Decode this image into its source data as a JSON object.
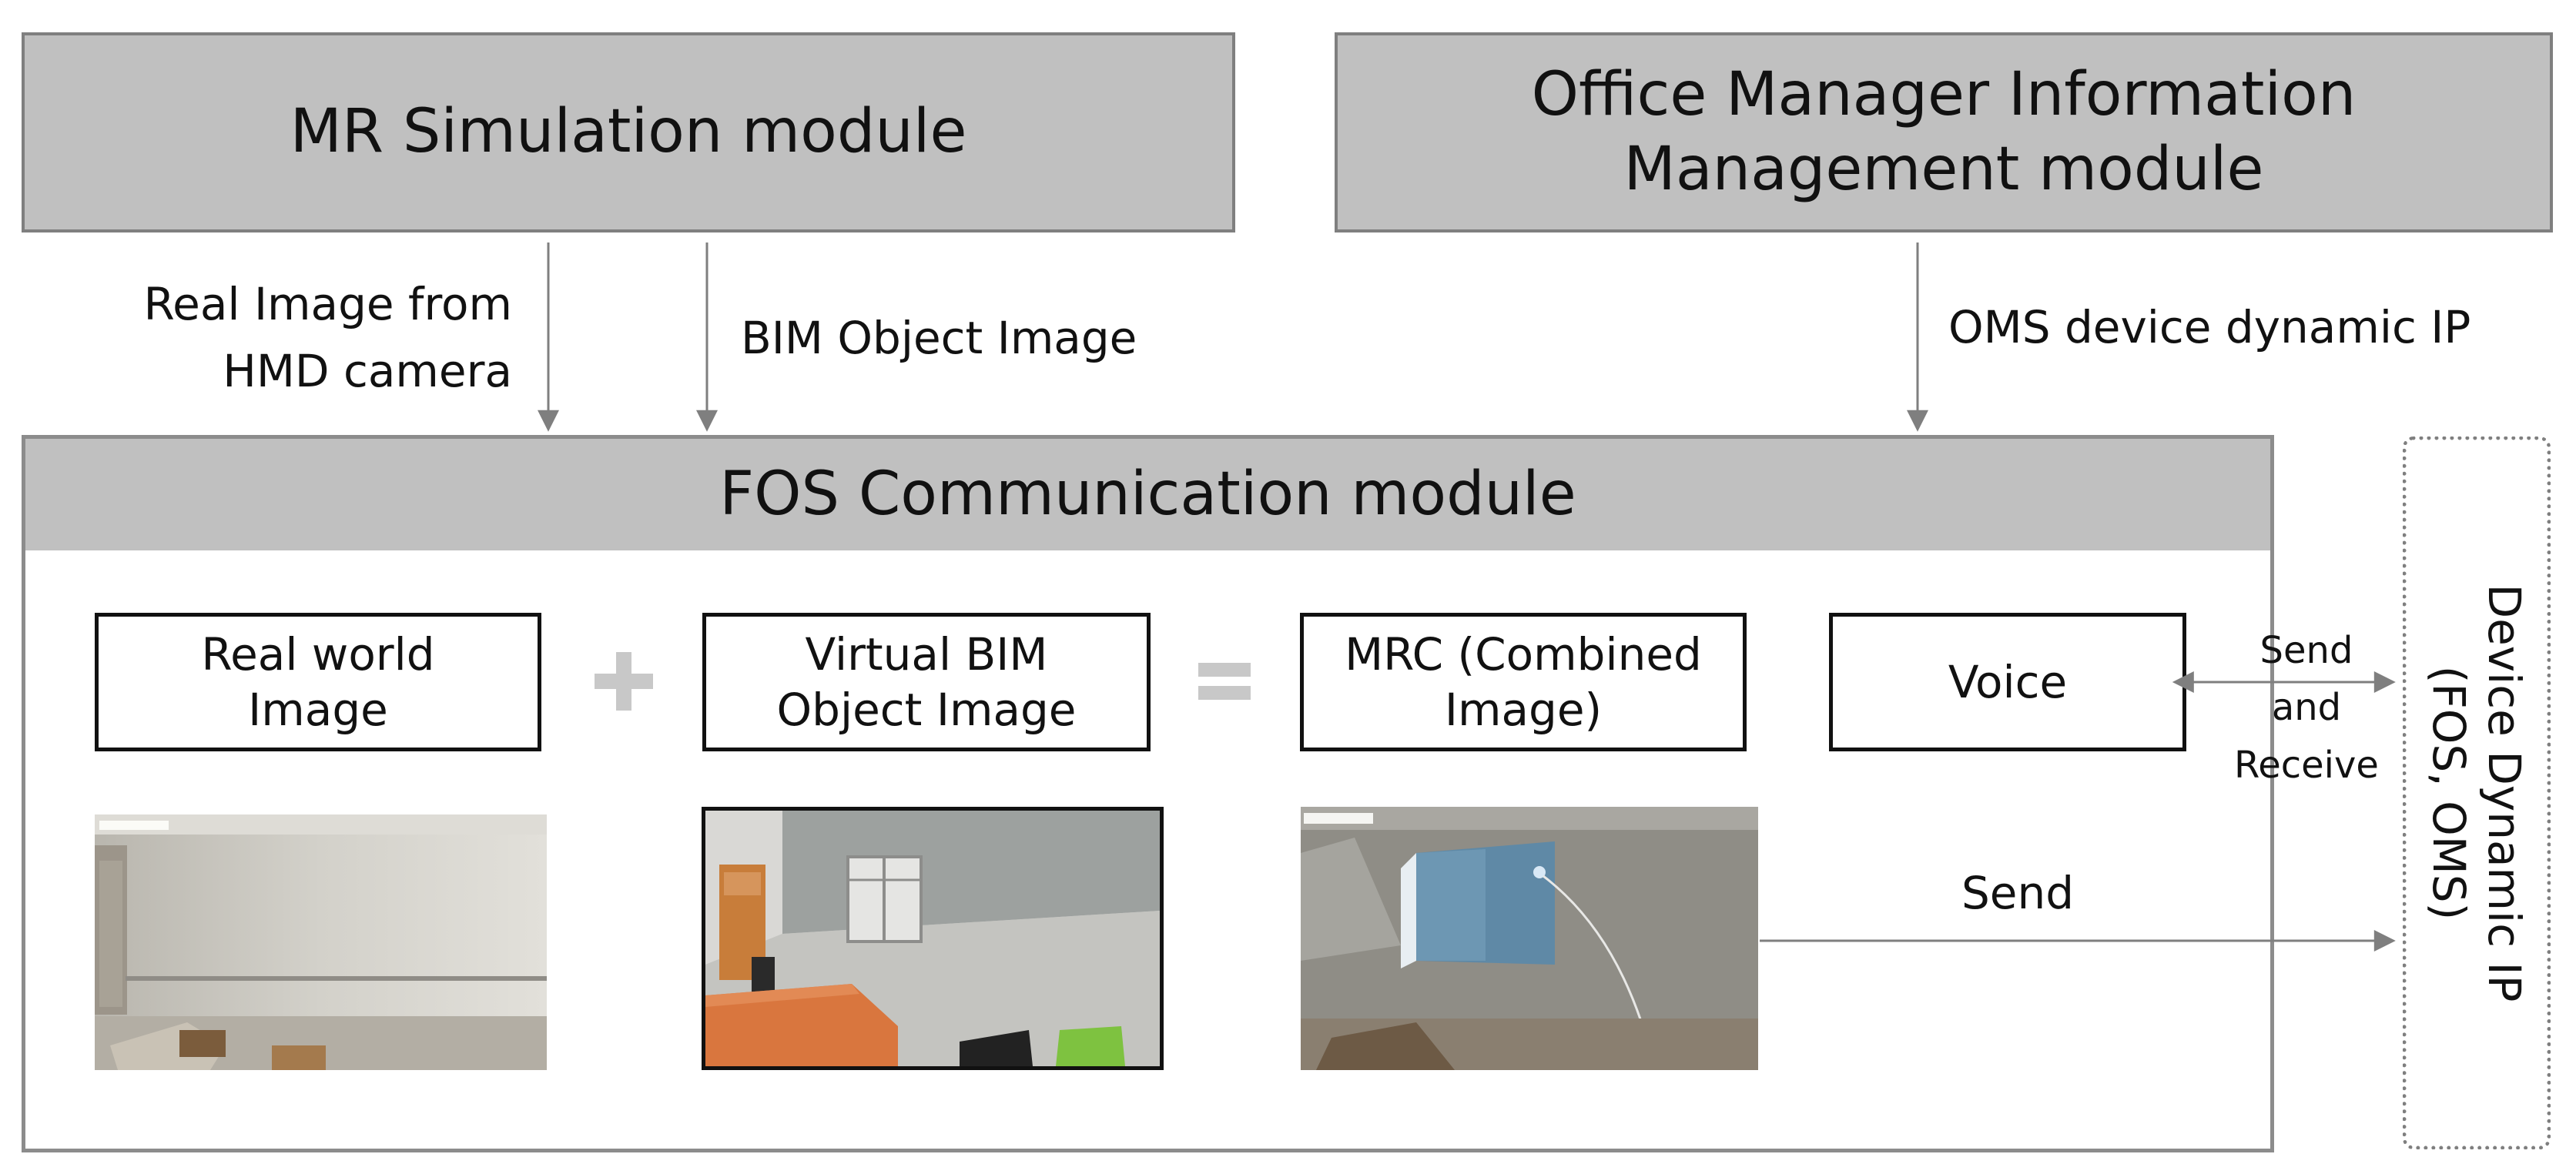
{
  "modules": {
    "mr_simulation": "MR Simulation module",
    "office_manager": [
      "Office Manager Information",
      "Management module"
    ],
    "fos_communication": "FOS Communication module",
    "device_ip": [
      "Device Dynamic IP",
      "(FOS, OMS)"
    ]
  },
  "flows": {
    "real_image": [
      "Real Image from",
      "HMD camera"
    ],
    "bim_image": "BIM Object Image",
    "oms_ip": "OMS device dynamic IP",
    "send_receive": [
      "Send",
      "and",
      "Receive"
    ],
    "send": "Send"
  },
  "components": {
    "real_world": [
      "Real world",
      "Image"
    ],
    "virtual_bim": [
      "Virtual BIM",
      "Object Image"
    ],
    "mrc": [
      "MRC (Combined",
      "Image)"
    ],
    "voice": "Voice"
  },
  "operators": {
    "plus": "+",
    "equals": "="
  },
  "colors": {
    "module_fill": "#c0c0c0",
    "module_border": "#7f7f7f",
    "arrow": "#7f7f7f",
    "operator": "#c8c8c8",
    "floor_orange": "#d9763e",
    "bim_panel": "#5f89a6"
  }
}
